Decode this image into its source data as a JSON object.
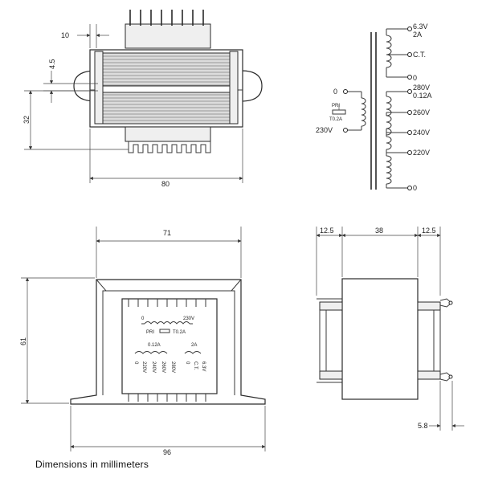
{
  "dimensions": {
    "side_top_offset": "10",
    "side_pin_offset": "4.5",
    "side_height": "32",
    "side_width": "80",
    "front_width": "71",
    "front_height": "61",
    "front_base_width": "96",
    "end_left": "12.5",
    "end_mid": "38",
    "end_right": "12.5",
    "end_tab": "5.8"
  },
  "schematic": {
    "primary_zero": "0",
    "primary_name": "PRI",
    "primary_fuse": "T0.2A",
    "primary_230": "230V",
    "sec_6v3": "6.3V",
    "sec_2a": "2A",
    "sec_ct": "C.T.",
    "sec_zero_top": "0",
    "sec_280": "280V",
    "sec_012a": "0.12A",
    "sec_260": "260V",
    "sec_240": "240V",
    "sec_220": "220V",
    "sec_zero_bottom": "0"
  },
  "label_panel": {
    "pri_zero": "0",
    "pri_230": "230V",
    "pri_name": "PRI",
    "pri_fuse": "T0.2A",
    "hv_current": "0.12A",
    "lv_current": "2A",
    "hv_taps": [
      "0",
      "220V",
      "240V",
      "260V",
      "280V"
    ],
    "lv_taps": [
      "0",
      "C.T.",
      "6.3V"
    ]
  },
  "caption": "Dimensions  in  millimeters"
}
